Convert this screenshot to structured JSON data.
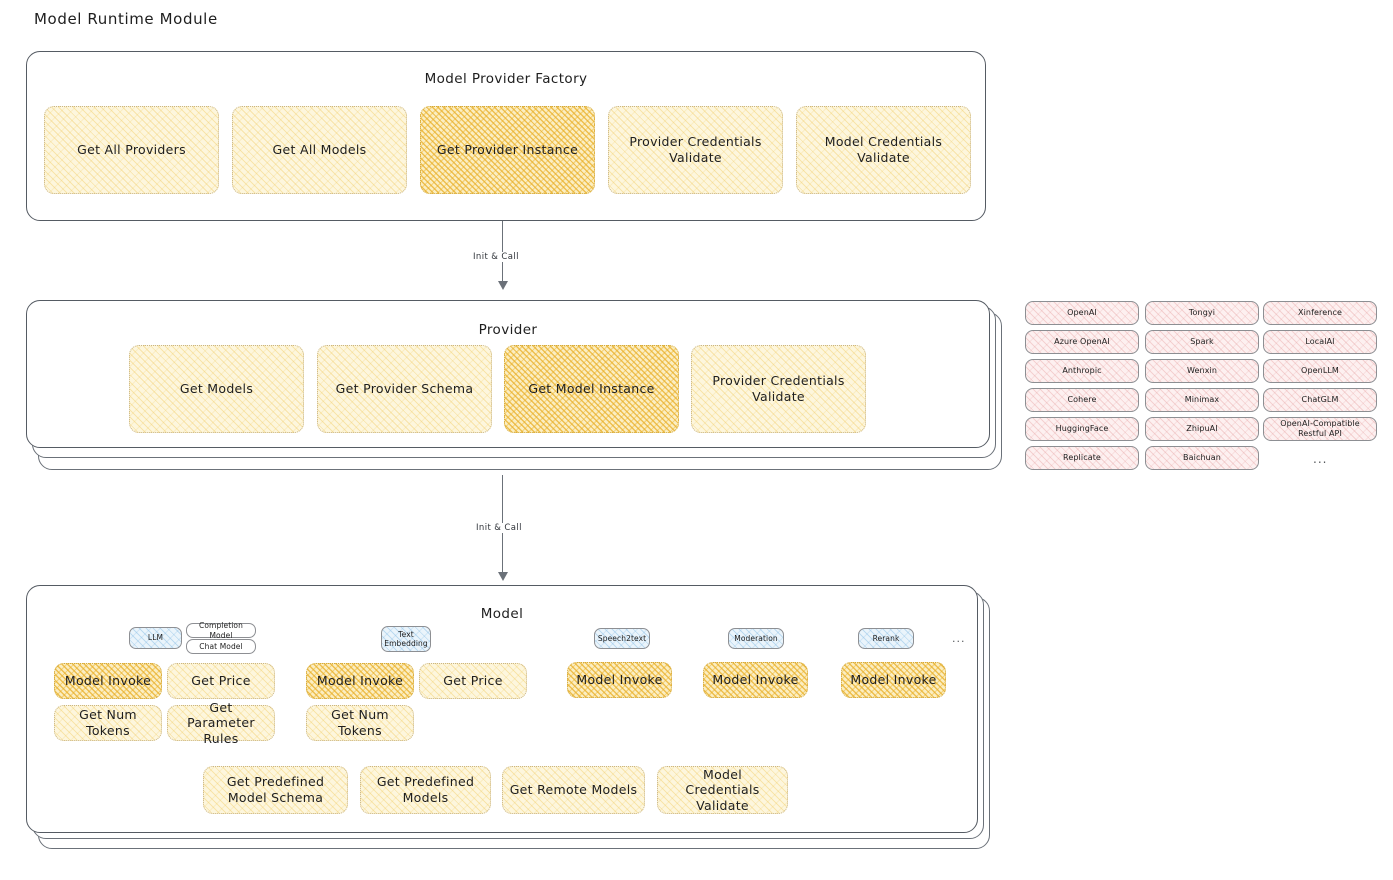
{
  "page": {
    "title": "Model Runtime Module"
  },
  "factory": {
    "title": "Model Provider Factory",
    "boxes": [
      {
        "label": "Get All Providers",
        "highlight": false
      },
      {
        "label": "Get All Models",
        "highlight": false
      },
      {
        "label": "Get Provider Instance",
        "highlight": true
      },
      {
        "label": "Provider Credentials Validate",
        "highlight": false
      },
      {
        "label": "Model Credentials Validate",
        "highlight": false
      }
    ]
  },
  "arrow1": {
    "label": "Init & Call"
  },
  "provider": {
    "title": "Provider",
    "boxes": [
      {
        "label": "Get Models",
        "highlight": false
      },
      {
        "label": "Get Provider Schema",
        "highlight": false
      },
      {
        "label": "Get Model Instance",
        "highlight": true
      },
      {
        "label": "Provider Credentials Validate",
        "highlight": false
      }
    ]
  },
  "provider_list": {
    "columns": [
      {
        "items": [
          "OpenAI",
          "Azure OpenAI",
          "Anthropic",
          "Cohere",
          "HuggingFace",
          "Replicate"
        ]
      },
      {
        "items": [
          "Tongyi",
          "Spark",
          "Wenxin",
          "Minimax",
          "ZhipuAI",
          "Baichuan"
        ]
      },
      {
        "items": [
          "Xinference",
          "LocalAI",
          "OpenLLM",
          "ChatGLM",
          "OpenAI-Compatible Restful API"
        ]
      }
    ],
    "more": "..."
  },
  "arrow2": {
    "label": "Init & Call"
  },
  "model": {
    "title": "Model",
    "more": "...",
    "types": [
      {
        "badge": "LLM",
        "sub": [
          "Completion Model",
          "Chat Model"
        ]
      },
      {
        "badge": "Text Embedding",
        "sub": []
      },
      {
        "badge": "Speech2text",
        "sub": []
      },
      {
        "badge": "Moderation",
        "sub": []
      },
      {
        "badge": "Rerank",
        "sub": []
      }
    ],
    "methods": [
      {
        "label": "Model Invoke",
        "highlight": true
      },
      {
        "label": "Get Price",
        "highlight": false
      },
      {
        "label": "Get Num Tokens",
        "highlight": false
      },
      {
        "label": "Get Parameter Rules",
        "highlight": false
      },
      {
        "label": "Model Invoke",
        "highlight": true
      },
      {
        "label": "Get Price",
        "highlight": false
      },
      {
        "label": "Get Num Tokens",
        "highlight": false
      },
      {
        "label": "Model Invoke",
        "highlight": true
      },
      {
        "label": "Model Invoke",
        "highlight": true
      },
      {
        "label": "Model Invoke",
        "highlight": true
      }
    ],
    "common": [
      {
        "label": "Get Predefined Model Schema"
      },
      {
        "label": "Get Predefined Models"
      },
      {
        "label": "Get Remote Models"
      },
      {
        "label": "Model Credentials Validate"
      }
    ]
  },
  "colors": {
    "highlight_fill": "#fbeec2",
    "normal_fill": "#fdf6dd",
    "provider_chip_fill": "#fdf0f0",
    "model_badge_fill": "#eaf4fb",
    "stroke": "#555b63"
  }
}
